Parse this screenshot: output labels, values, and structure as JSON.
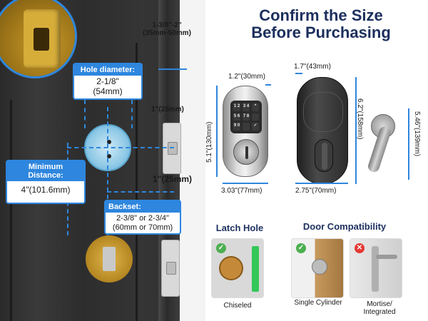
{
  "title": {
    "line1": "Confirm the Size",
    "line2": "Before Purchasing"
  },
  "door": {
    "hole_diameter": {
      "header": "Hole diameter:",
      "value_in": "2-1/8\"",
      "value_mm": "(54mm)"
    },
    "door_thickness": {
      "line1": "1-3/8\"-2\"",
      "line2": "(35mm-50mm)"
    },
    "edge_width_top": "1\"(25mm)",
    "edge_width_side": "1\"(25mm)",
    "min_distance": {
      "header": "Minimum Distance:",
      "value": "4\"(101.6mm)"
    },
    "backset": {
      "header": "Backset:",
      "line1": "2-3/8\" or 2-3/4\"",
      "line2": "(60mm or 70mm)"
    }
  },
  "lock_dims": {
    "front_top": "1.2\"(30mm)",
    "front_height": "5.1\"(130mm)",
    "front_width": "3.03\"(77mm)",
    "back_top": "1.7\"(43mm)",
    "back_height": "6.2\"(158mm)",
    "back_width": "2.75\"(70mm)",
    "lever_height": "5.46\"(139mm)"
  },
  "keypad_keys": [
    "1 2",
    "3 4",
    "*",
    "5 6",
    "7 8",
    "",
    "9 0",
    "",
    "✓"
  ],
  "latch_section": {
    "title": "Latch Hole",
    "caption": "Chiseled"
  },
  "compat_section": {
    "title": "Door Compatibility",
    "items": [
      {
        "caption": "Single Cylinder",
        "status": "yes"
      },
      {
        "caption_line1": "Mortise/",
        "caption_line2": "Integrated",
        "status": "no"
      }
    ]
  },
  "colors": {
    "accent": "#2e86de",
    "title": "#1c2f5e",
    "check": "#4caf50",
    "cross": "#e53935",
    "green_bar": "#34c759"
  }
}
